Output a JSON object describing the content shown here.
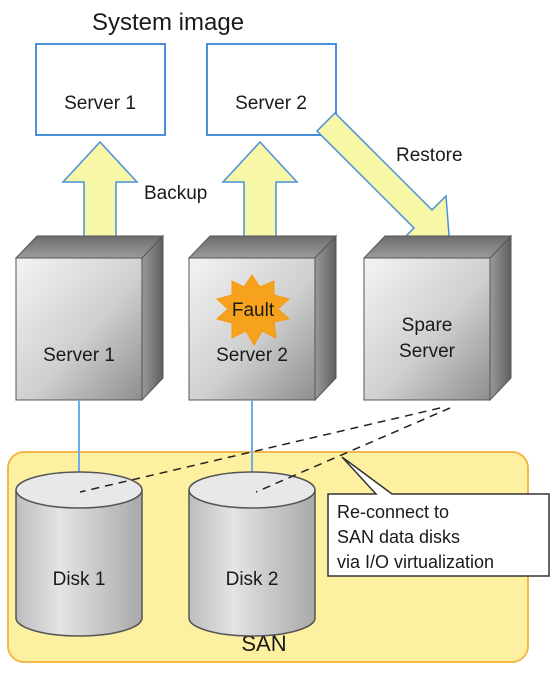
{
  "title": "System image",
  "image_boxes": [
    {
      "label": "Server 1"
    },
    {
      "label": "Server 2"
    }
  ],
  "servers": [
    {
      "label": "Server 1"
    },
    {
      "label": "Server 2"
    },
    {
      "label_line1": "Spare",
      "label_line2": "Server"
    }
  ],
  "fault_label": "Fault",
  "backup_label": "Backup",
  "restore_label": "Restore",
  "san": {
    "label": "SAN",
    "disks": [
      {
        "label": "Disk 1"
      },
      {
        "label": "Disk 2"
      }
    ]
  },
  "callout": {
    "line1": "Re-connect to",
    "line2": "SAN data disks",
    "line3": "via I/O virtualization"
  },
  "colors": {
    "box_border": "#4a90d9",
    "arrow_fill": "#f8f7a8",
    "san_fill": "#fdf1a1",
    "san_border": "#f2b84b",
    "fault_burst": "#f6a21c",
    "link_line": "#6aaef0"
  }
}
